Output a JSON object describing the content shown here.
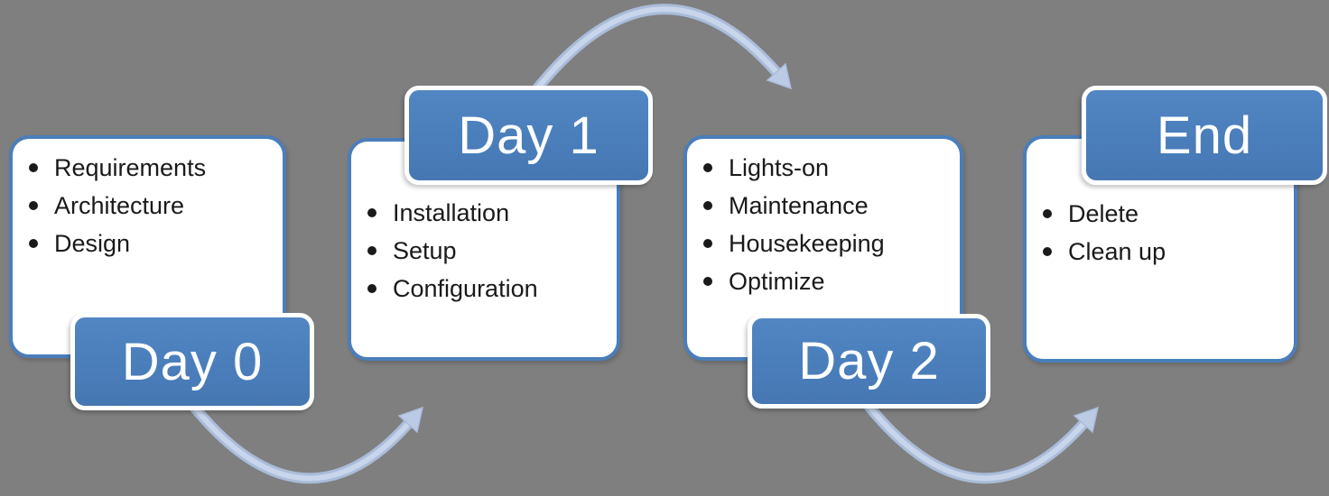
{
  "colors": {
    "background": "#7F7F7F",
    "accent_blue": "#4A7EBB",
    "card_fill": "#FFFFFF",
    "text": "#1A1A1A",
    "label_text": "#FFFFFF",
    "arrow_fill": "#BCCBE5",
    "arrow_edge": "#A9BCD9",
    "arrow_core": "#C9D5EB"
  },
  "stages": [
    {
      "id": "day0",
      "label": "Day 0",
      "bullets": [
        "Requirements",
        "Architecture",
        "Design"
      ]
    },
    {
      "id": "day1",
      "label": "Day 1",
      "bullets": [
        "Installation",
        "Setup",
        "Configuration"
      ]
    },
    {
      "id": "day2",
      "label": "Day 2",
      "bullets": [
        "Lights-on",
        "Maintenance",
        "Housekeeping",
        "Optimize"
      ]
    },
    {
      "id": "end",
      "label": "End",
      "bullets": [
        "Delete",
        "Clean up"
      ]
    }
  ],
  "arrows": [
    {
      "name": "arrow-day0-to-day1",
      "from": "Day 0",
      "to": "Day 1"
    },
    {
      "name": "arrow-day1-to-day2",
      "from": "Day 1",
      "to": "Day 2"
    },
    {
      "name": "arrow-day2-to-end",
      "from": "Day 2",
      "to": "End"
    }
  ]
}
